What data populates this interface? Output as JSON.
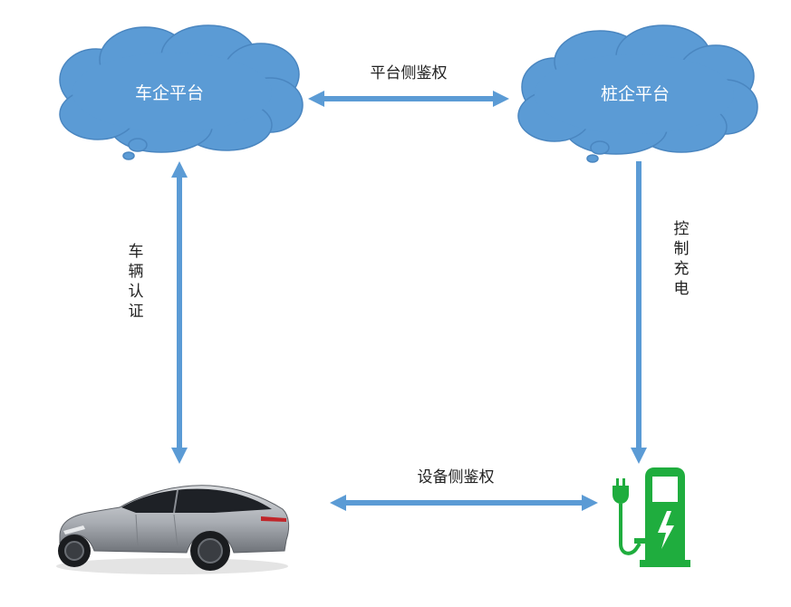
{
  "nodes": {
    "car_platform": {
      "label": "车企平台"
    },
    "pile_platform": {
      "label": "桩企平台"
    },
    "vehicle": {
      "icon": "electric-car-image"
    },
    "charger": {
      "icon": "ev-charging-station-icon"
    }
  },
  "edges": {
    "platform_auth": {
      "label": "平台侧鉴权"
    },
    "device_auth": {
      "label": "设备侧鉴权"
    },
    "vehicle_auth": {
      "label": "车辆认证",
      "chars": [
        "车",
        "辆",
        "认",
        "证"
      ]
    },
    "charge_control": {
      "label": "控制充电",
      "chars": [
        "控",
        "制",
        "充",
        "电"
      ]
    }
  },
  "colors": {
    "cloud_fill": "#5b9bd5",
    "cloud_stroke": "#4a86c0",
    "arrow": "#5b9bd5",
    "charger_green": "#1fad3e",
    "car_body": "#b9bcc1"
  }
}
